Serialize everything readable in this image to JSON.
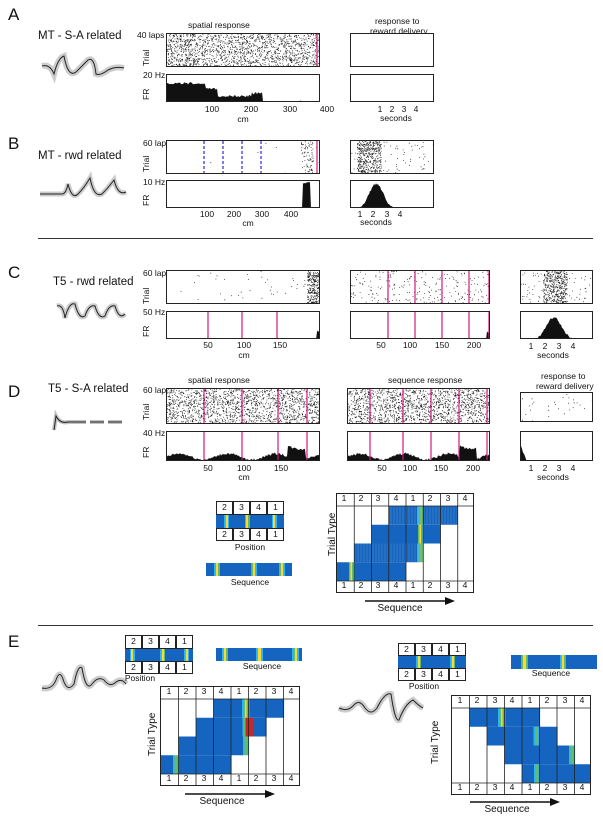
{
  "panels": {
    "A": {
      "letter": "A",
      "unit": "MT - S-A related",
      "col_title": "spatial response",
      "right_title_1": "response to",
      "right_title_2": "reward delivery",
      "trial_top": "40 laps",
      "trial_axis": "Trial",
      "fr_top": "20 Hz",
      "fr_axis": "FR",
      "x_ticks": [
        "100",
        "200",
        "300",
        "400"
      ],
      "x_label": "cm",
      "t_ticks": [
        "1",
        "2",
        "3",
        "4"
      ],
      "t_label": "seconds"
    },
    "B": {
      "letter": "B",
      "unit": "MT - rwd related",
      "trial_top": "60 laps",
      "trial_axis": "Trial",
      "fr_top": "10 Hz",
      "fr_axis": "FR",
      "x_ticks": [
        "100",
        "200",
        "300",
        "400"
      ],
      "x_label": "cm",
      "t_ticks": [
        "1",
        "2",
        "3",
        "4"
      ],
      "t_label": "seconds"
    },
    "C": {
      "letter": "C",
      "unit": "T5 - rwd related",
      "trial_top": "60 laps",
      "trial_axis": "Trial",
      "fr_top": "50 Hz",
      "fr_axis": "FR",
      "x1_ticks": [
        "50",
        "100",
        "150"
      ],
      "x1_label": "cm",
      "x2_ticks": [
        "50",
        "100",
        "150",
        "200"
      ],
      "t_ticks": [
        "1",
        "2",
        "3",
        "4"
      ],
      "t_label": "seconds"
    },
    "D": {
      "letter": "D",
      "unit": "T5 - S-A related",
      "col1_title": "spatial response",
      "col2_title": "sequence response",
      "right_title_1": "response to",
      "right_title_2": "reward delivery",
      "trial_top": "60 laps",
      "trial_axis": "Trial",
      "fr_top": "40 Hz",
      "fr_axis": "FR",
      "x1_ticks": [
        "50",
        "100",
        "150"
      ],
      "x1_label": "cm",
      "x2_ticks": [
        "50",
        "100",
        "150",
        "200"
      ],
      "t_ticks": [
        "1",
        "2",
        "3",
        "4"
      ],
      "t_label": "seconds",
      "pos_top": [
        "2",
        "3",
        "4",
        "1"
      ],
      "pos_bottom": [
        "2",
        "3",
        "4",
        "1"
      ],
      "pos_label": "Position",
      "seq_label": "Sequence",
      "trial_type": "Trial Type",
      "grid_top": [
        "1",
        "2",
        "3",
        "4",
        "1",
        "2",
        "3",
        "4"
      ],
      "grid_bottom": [
        "1",
        "2",
        "3",
        "4",
        "1",
        "2",
        "3",
        "4"
      ],
      "arrow_label": "Sequence"
    },
    "E": {
      "letter": "E",
      "pos_top": [
        "2",
        "3",
        "4",
        "1"
      ],
      "pos_bottom": [
        "2",
        "3",
        "4",
        "1"
      ],
      "pos_label": "Position",
      "seq_label": "Sequence",
      "trial_type": "Trial Type",
      "grid_top": [
        "1",
        "2",
        "3",
        "4",
        "1",
        "2",
        "3",
        "4"
      ],
      "grid_bottom": [
        "1",
        "2",
        "3",
        "4",
        "1",
        "2",
        "3",
        "4"
      ],
      "arrow_label": "Sequence"
    }
  },
  "colors": {
    "reward_line": "#d6187d",
    "landmark_line": "#2a2ad6",
    "heat_low": "#1c2a9a",
    "heat_high": "#c8201e"
  }
}
